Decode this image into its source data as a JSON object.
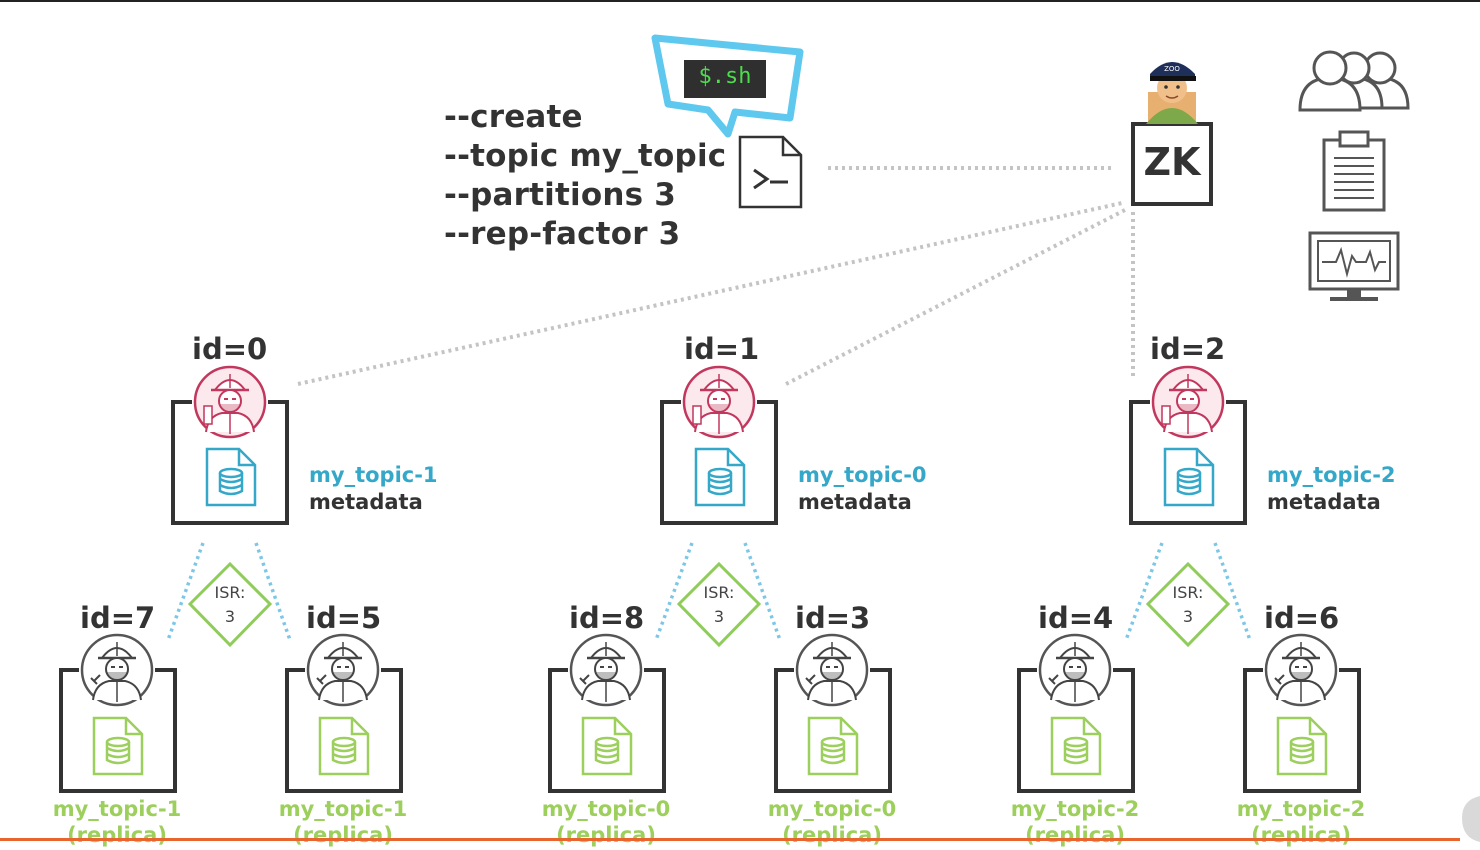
{
  "command": {
    "script_badge": "$.sh",
    "lines": [
      "--create",
      "--topic my_topic",
      "--partitions 3",
      "--rep-factor 3"
    ]
  },
  "zookeeper": {
    "label": "ZK",
    "cap_text": "ZOO"
  },
  "brokers": [
    {
      "id_label": "id=0",
      "topic": "my_topic-1",
      "metadata_label": "metadata",
      "isr_label": "ISR:",
      "isr_value": "3",
      "replicas": [
        {
          "id_label": "id=7",
          "topic": "my_topic-1",
          "role": "(replica)"
        },
        {
          "id_label": "id=5",
          "topic": "my_topic-1",
          "role": "(replica)"
        }
      ]
    },
    {
      "id_label": "id=1",
      "topic": "my_topic-0",
      "metadata_label": "metadata",
      "isr_label": "ISR:",
      "isr_value": "3",
      "replicas": [
        {
          "id_label": "id=8",
          "topic": "my_topic-0",
          "role": "(replica)"
        },
        {
          "id_label": "id=3",
          "topic": "my_topic-0",
          "role": "(replica)"
        }
      ]
    },
    {
      "id_label": "id=2",
      "topic": "my_topic-2",
      "metadata_label": "metadata",
      "isr_label": "ISR:",
      "isr_value": "3",
      "replicas": [
        {
          "id_label": "id=4",
          "topic": "my_topic-2",
          "role": "(replica)"
        },
        {
          "id_label": "id=6",
          "topic": "my_topic-2",
          "role": "(replica)"
        }
      ]
    }
  ],
  "side_icons": [
    "users-icon",
    "clipboard-icon",
    "monitor-heartbeat-icon"
  ],
  "colors": {
    "leader_accent": "#c2375d",
    "metadata_blue": "#35a8c9",
    "replica_green": "#9ccf5c",
    "isr_green": "#8fcc5a",
    "sh_green": "#4ddc4d",
    "orange_bar": "#e8662e"
  }
}
